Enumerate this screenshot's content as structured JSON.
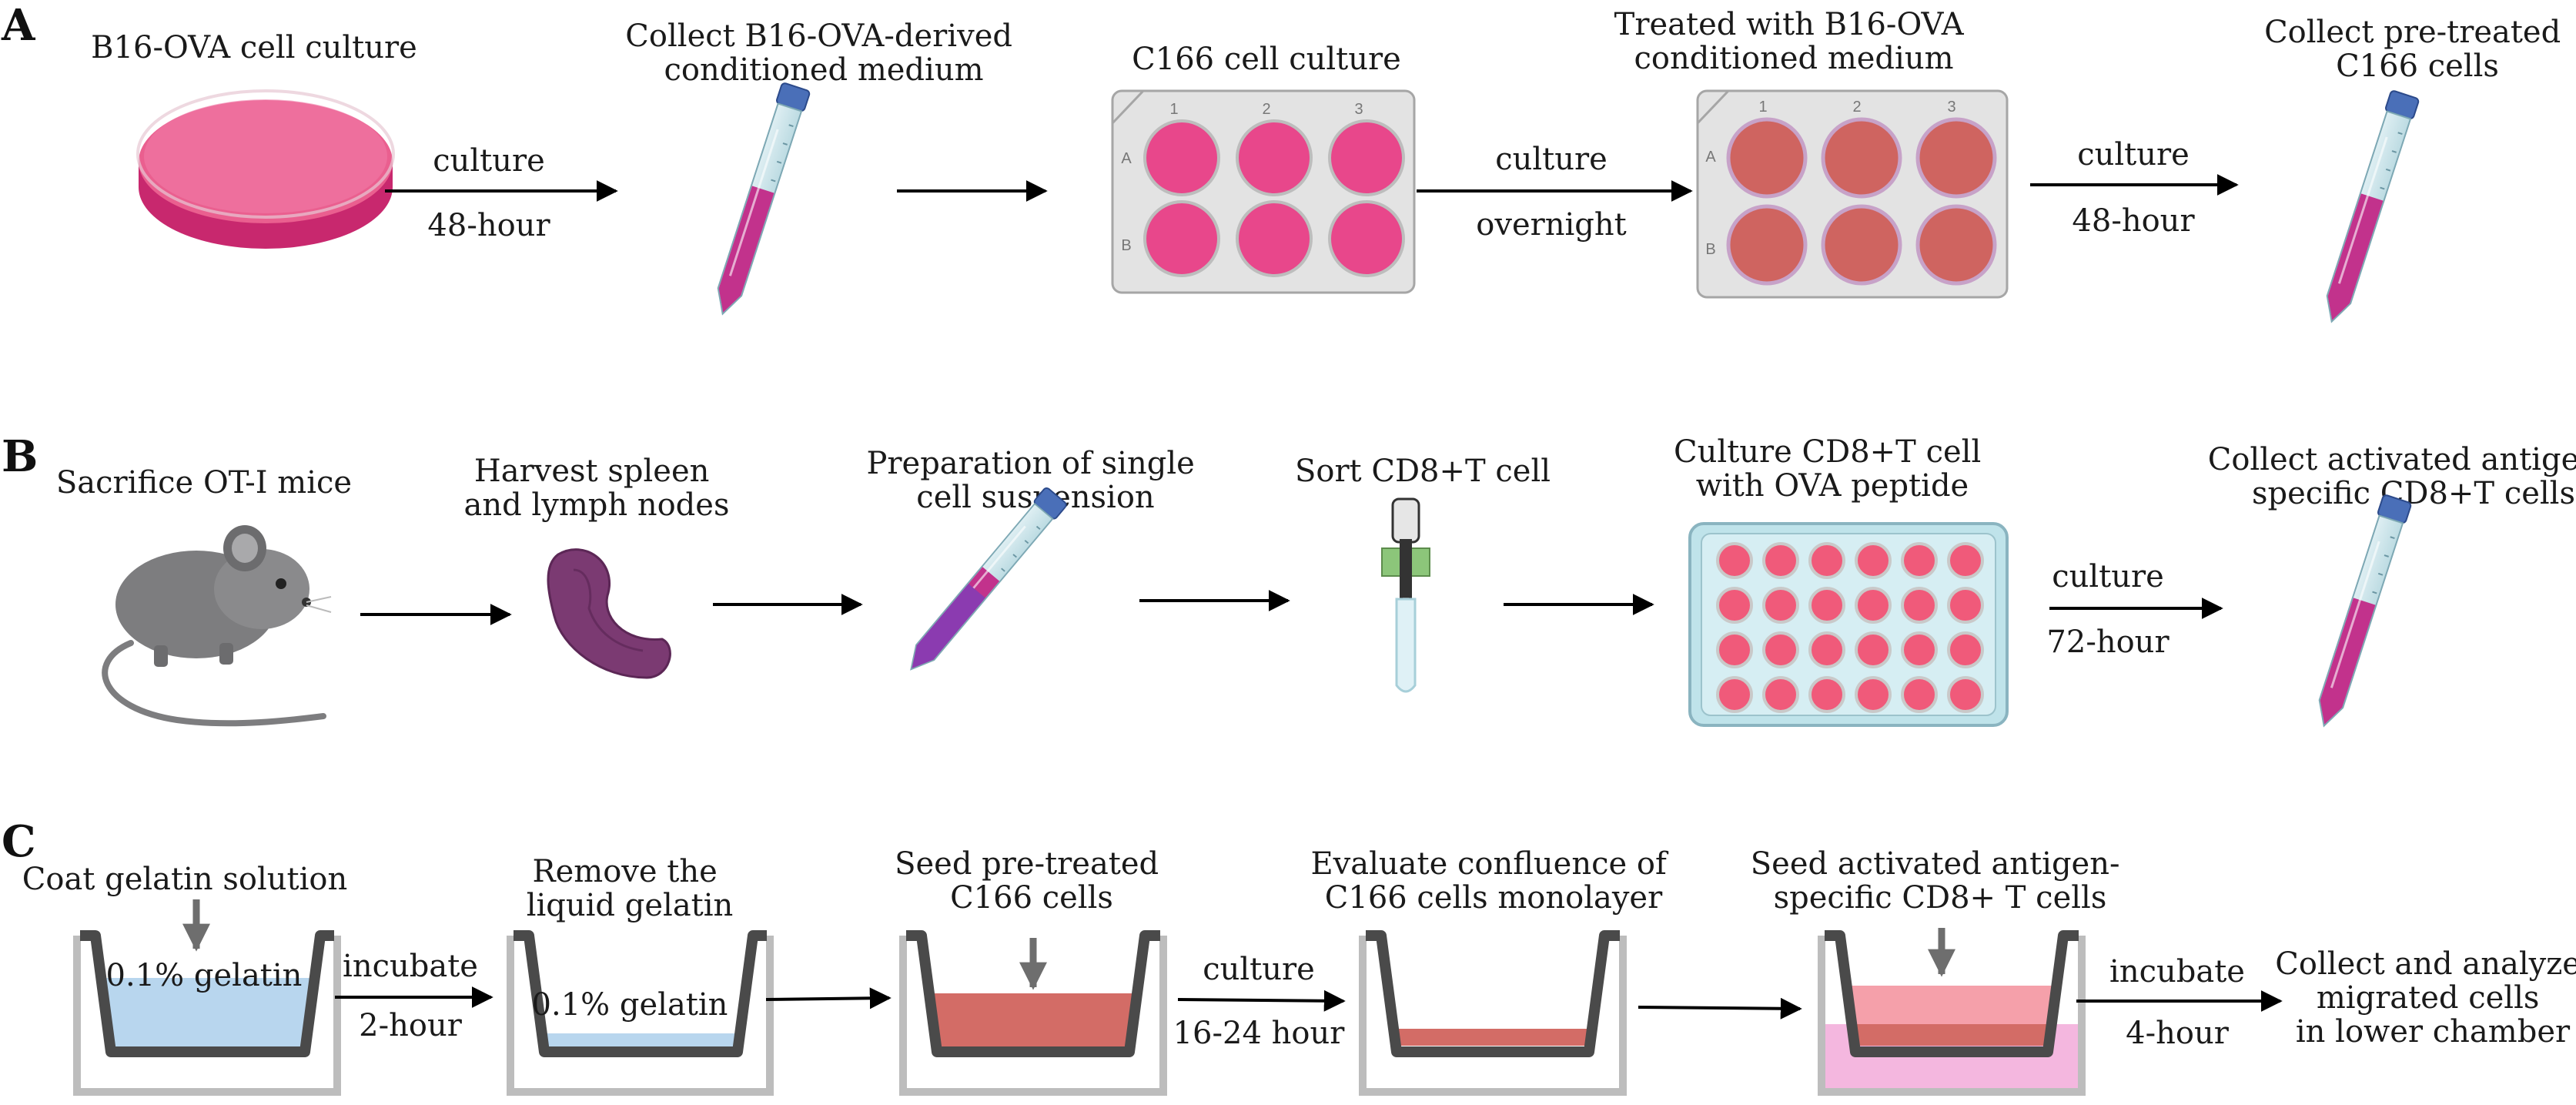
{
  "panels": {
    "A": {
      "letter": "A",
      "steps": [
        {
          "text": [
            "B16-OVA cell culture"
          ]
        },
        {
          "text": [
            "Collect B16-OVA-derived",
            "conditioned medium"
          ]
        },
        {
          "text": [
            "C166 cell culture"
          ]
        },
        {
          "text": [
            "Treated with B16-OVA",
            "conditioned medium"
          ]
        },
        {
          "text": [
            "Collect pre-treated",
            "C166 cells"
          ]
        }
      ],
      "arrows": [
        {
          "top": "culture",
          "bottom": "48-hour"
        },
        {
          "top": "",
          "bottom": ""
        },
        {
          "top": "culture",
          "bottom": "overnight"
        },
        {
          "top": "culture",
          "bottom": "48-hour"
        }
      ],
      "plate_columns": [
        "1",
        "2",
        "3"
      ],
      "plate_rows": [
        "A",
        "B"
      ]
    },
    "B": {
      "letter": "B",
      "steps": [
        {
          "text": [
            "Sacrifice OT-I mice"
          ]
        },
        {
          "text": [
            "Harvest spleen",
            "and lymph nodes"
          ]
        },
        {
          "text": [
            "Preparation of single",
            "cell suspension"
          ]
        },
        {
          "text": [
            "Sort CD8+T cell"
          ]
        },
        {
          "text": [
            "Culture CD8+T cell",
            "with OVA peptide"
          ]
        },
        {
          "text": [
            "Collect activated antigen-",
            "specific CD8+T cells"
          ]
        }
      ],
      "arrows": [
        {
          "top": "",
          "bottom": ""
        },
        {
          "top": "",
          "bottom": ""
        },
        {
          "top": "",
          "bottom": ""
        },
        {
          "top": "",
          "bottom": ""
        },
        {
          "top": "culture",
          "bottom": "72-hour"
        }
      ]
    },
    "C": {
      "letter": "C",
      "steps": [
        {
          "text": [
            "Coat gelatin solution"
          ],
          "inner": "0.1% gelatin"
        },
        {
          "text": [
            "Remove the",
            "liquid gelatin"
          ],
          "inner": "0.1% gelatin"
        },
        {
          "text": [
            "Seed pre-treated",
            "C166 cells"
          ]
        },
        {
          "text": [
            "Evaluate confluence of",
            "C166 cells monolayer"
          ]
        },
        {
          "text": [
            "Seed activated antigen-",
            "specific CD8+ T cells"
          ]
        },
        {
          "text": [
            "Collect and analyze",
            "migrated cells",
            "in lower chamber"
          ]
        }
      ],
      "arrows": [
        {
          "top": "incubate",
          "bottom": "2-hour"
        },
        {
          "top": "",
          "bottom": ""
        },
        {
          "top": "culture",
          "bottom": "16-24 hour"
        },
        {
          "top": "",
          "bottom": ""
        },
        {
          "top": "incubate",
          "bottom": "4-hour"
        }
      ]
    }
  },
  "colors": {
    "magenta": "#e0457f",
    "dish_pink": "#ea5f8f",
    "tube_blue": "#3f63b5",
    "tube_purple": "#8b3bb0",
    "conditioned_red": "#cf6460",
    "gelatin_blue": "#b8d6ee",
    "cell_red": "#d36c66",
    "tcell_pink": "#f5a0aa",
    "lower_pink": "#f4b7df",
    "insert_dark": "#4a4a4a",
    "stand_gray": "#bdbdbd",
    "spleen": "#7b3a72",
    "mouse": "#7d7d7f",
    "plate_teal": "#bfe3ea"
  }
}
